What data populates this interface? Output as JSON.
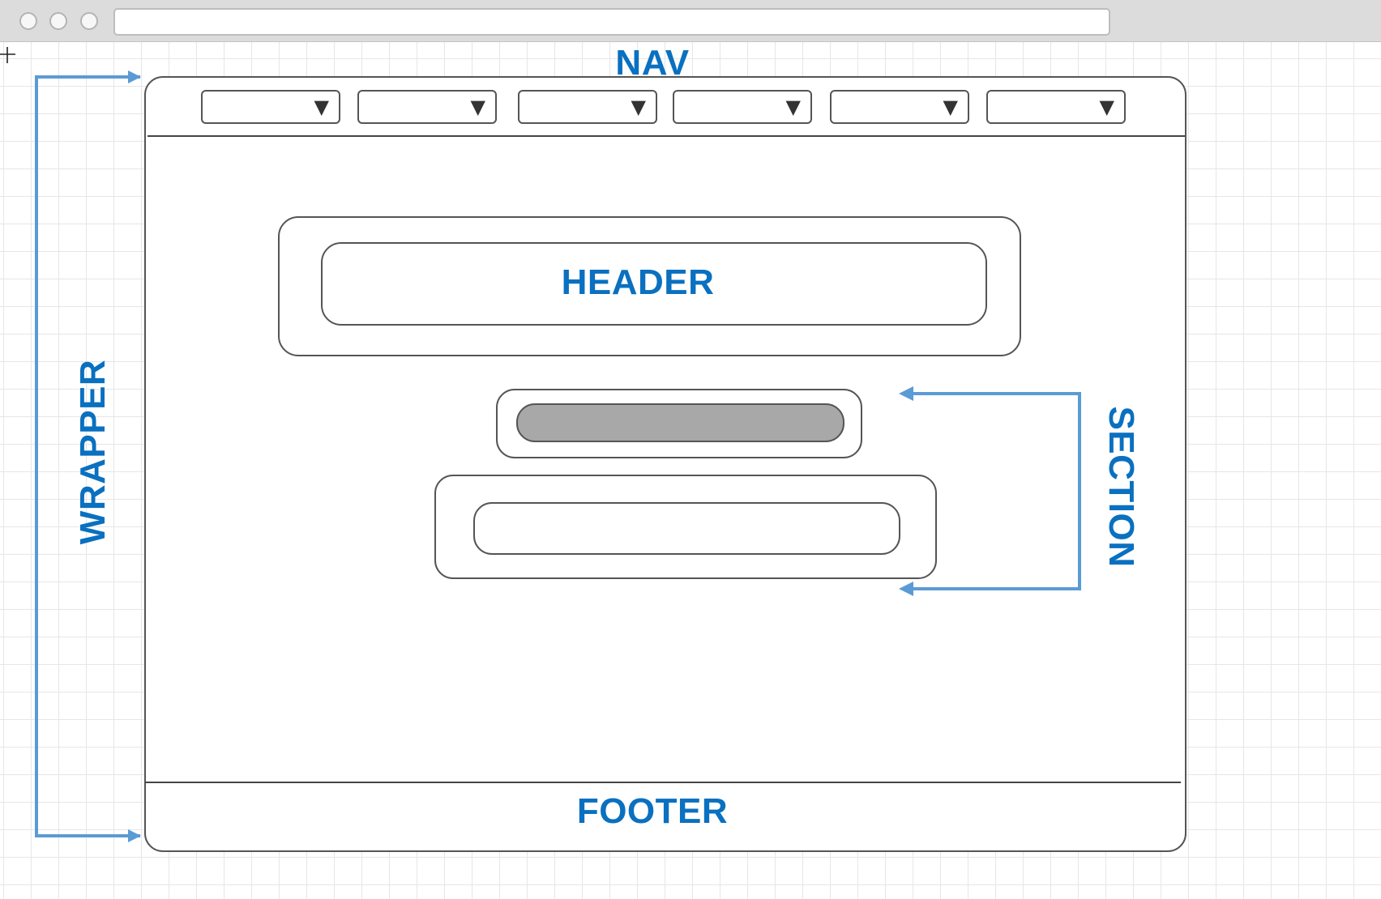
{
  "diagram": {
    "labels": {
      "nav": "NAV",
      "header": "HEADER",
      "footer": "FOOTER",
      "wrapper": "WRAPPER",
      "section": "SECTION"
    },
    "nav_dropdowns": [
      {
        "arrow": "▼"
      },
      {
        "arrow": "▼"
      },
      {
        "arrow": "▼"
      },
      {
        "arrow": "▼"
      },
      {
        "arrow": "▼"
      },
      {
        "arrow": "▼"
      }
    ],
    "colors": {
      "label_blue": "#0a70c0",
      "arrow_blue": "#5b9bd5",
      "outline": "#555555",
      "filled_bar": "#a8a8a8",
      "grid": "#e6e6e6"
    },
    "icons": {
      "window_buttons": [
        "window-close-icon",
        "window-minimize-icon",
        "window-maximize-icon"
      ],
      "dropdown_arrow": "triangle-down-icon",
      "cursor": "crosshair-icon"
    }
  }
}
